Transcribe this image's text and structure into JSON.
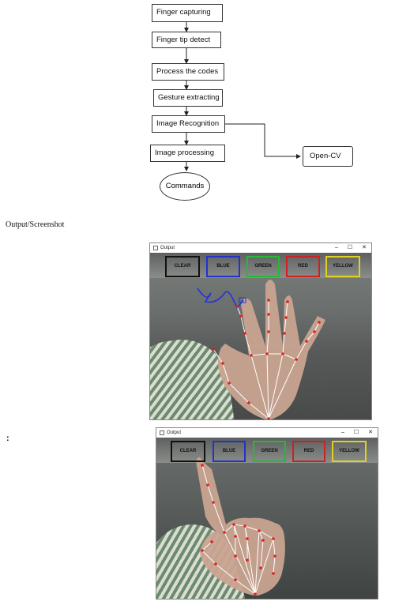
{
  "flowchart": {
    "steps": [
      "Finger capturing",
      "Finger tip detect",
      "Process the codes",
      "Gesture extracting",
      "Image Recognition",
      "Image processing"
    ],
    "terminal": "Commands",
    "side_node": "Open-CV"
  },
  "caption": "Output/Screenshot",
  "colon": ":",
  "screenshots": [
    {
      "window_title": "Output",
      "controls": [
        "–",
        "☐",
        "✕"
      ],
      "buttons": [
        {
          "label": "CLEAR",
          "color": "#111111"
        },
        {
          "label": "BLUE",
          "color": "#2233cc"
        },
        {
          "label": "GREEN",
          "color": "#22bb33"
        },
        {
          "label": "RED",
          "color": "#cc2222"
        },
        {
          "label": "YELLOW",
          "color": "#e0d020"
        }
      ]
    },
    {
      "window_title": "Output",
      "controls": [
        "–",
        "☐",
        "✕"
      ],
      "buttons": [
        {
          "label": "CLEAR",
          "color": "#111111"
        },
        {
          "label": "BLUE",
          "color": "#2233cc"
        },
        {
          "label": "GREEN",
          "color": "#22bb33"
        },
        {
          "label": "RED",
          "color": "#cc2222"
        },
        {
          "label": "YELLOW",
          "color": "#e0d020"
        }
      ]
    }
  ]
}
